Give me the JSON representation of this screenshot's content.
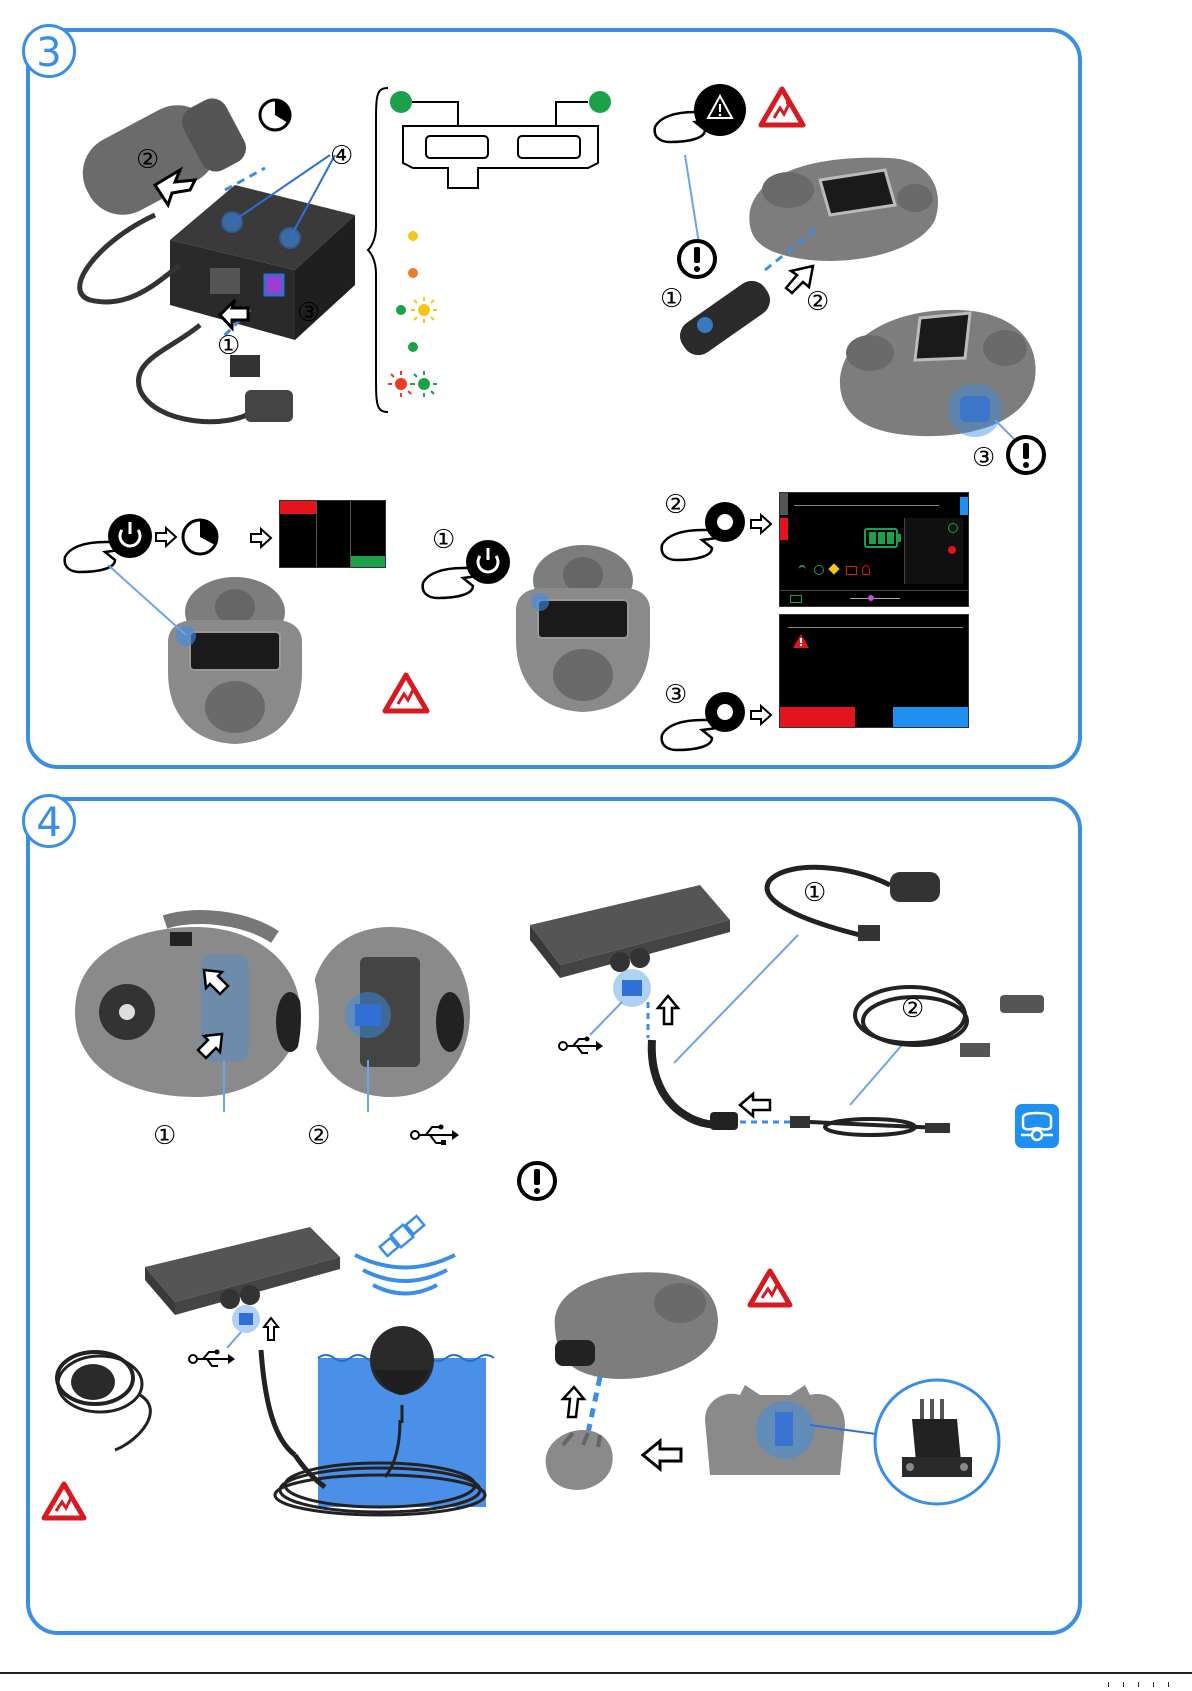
{
  "step3": {
    "badge": "3"
  },
  "step4": {
    "badge": "4"
  },
  "markers": {
    "c1": "①",
    "c2": "②",
    "c3": "③",
    "c4": "④"
  },
  "icons": {
    "timer": "timer-icon",
    "power": "power-button-icon",
    "warning": "hazard-warning-icon",
    "important": "exclamation-icon",
    "usb": "usb-icon",
    "arrow": "arrow-right-icon",
    "satellite": "satellite-icon",
    "diver": "diver-mask-icon"
  },
  "colors": {
    "accent": "#3a8ee6",
    "led_green": "#1aa14a",
    "led_yellow": "#f5c518",
    "led_orange": "#f07a2a",
    "led_red": "#ef3a24",
    "warning_red": "#d71920",
    "screen_red": "#e3141c",
    "screen_blue": "#1f8ff0",
    "water": "#4a8fe8"
  }
}
